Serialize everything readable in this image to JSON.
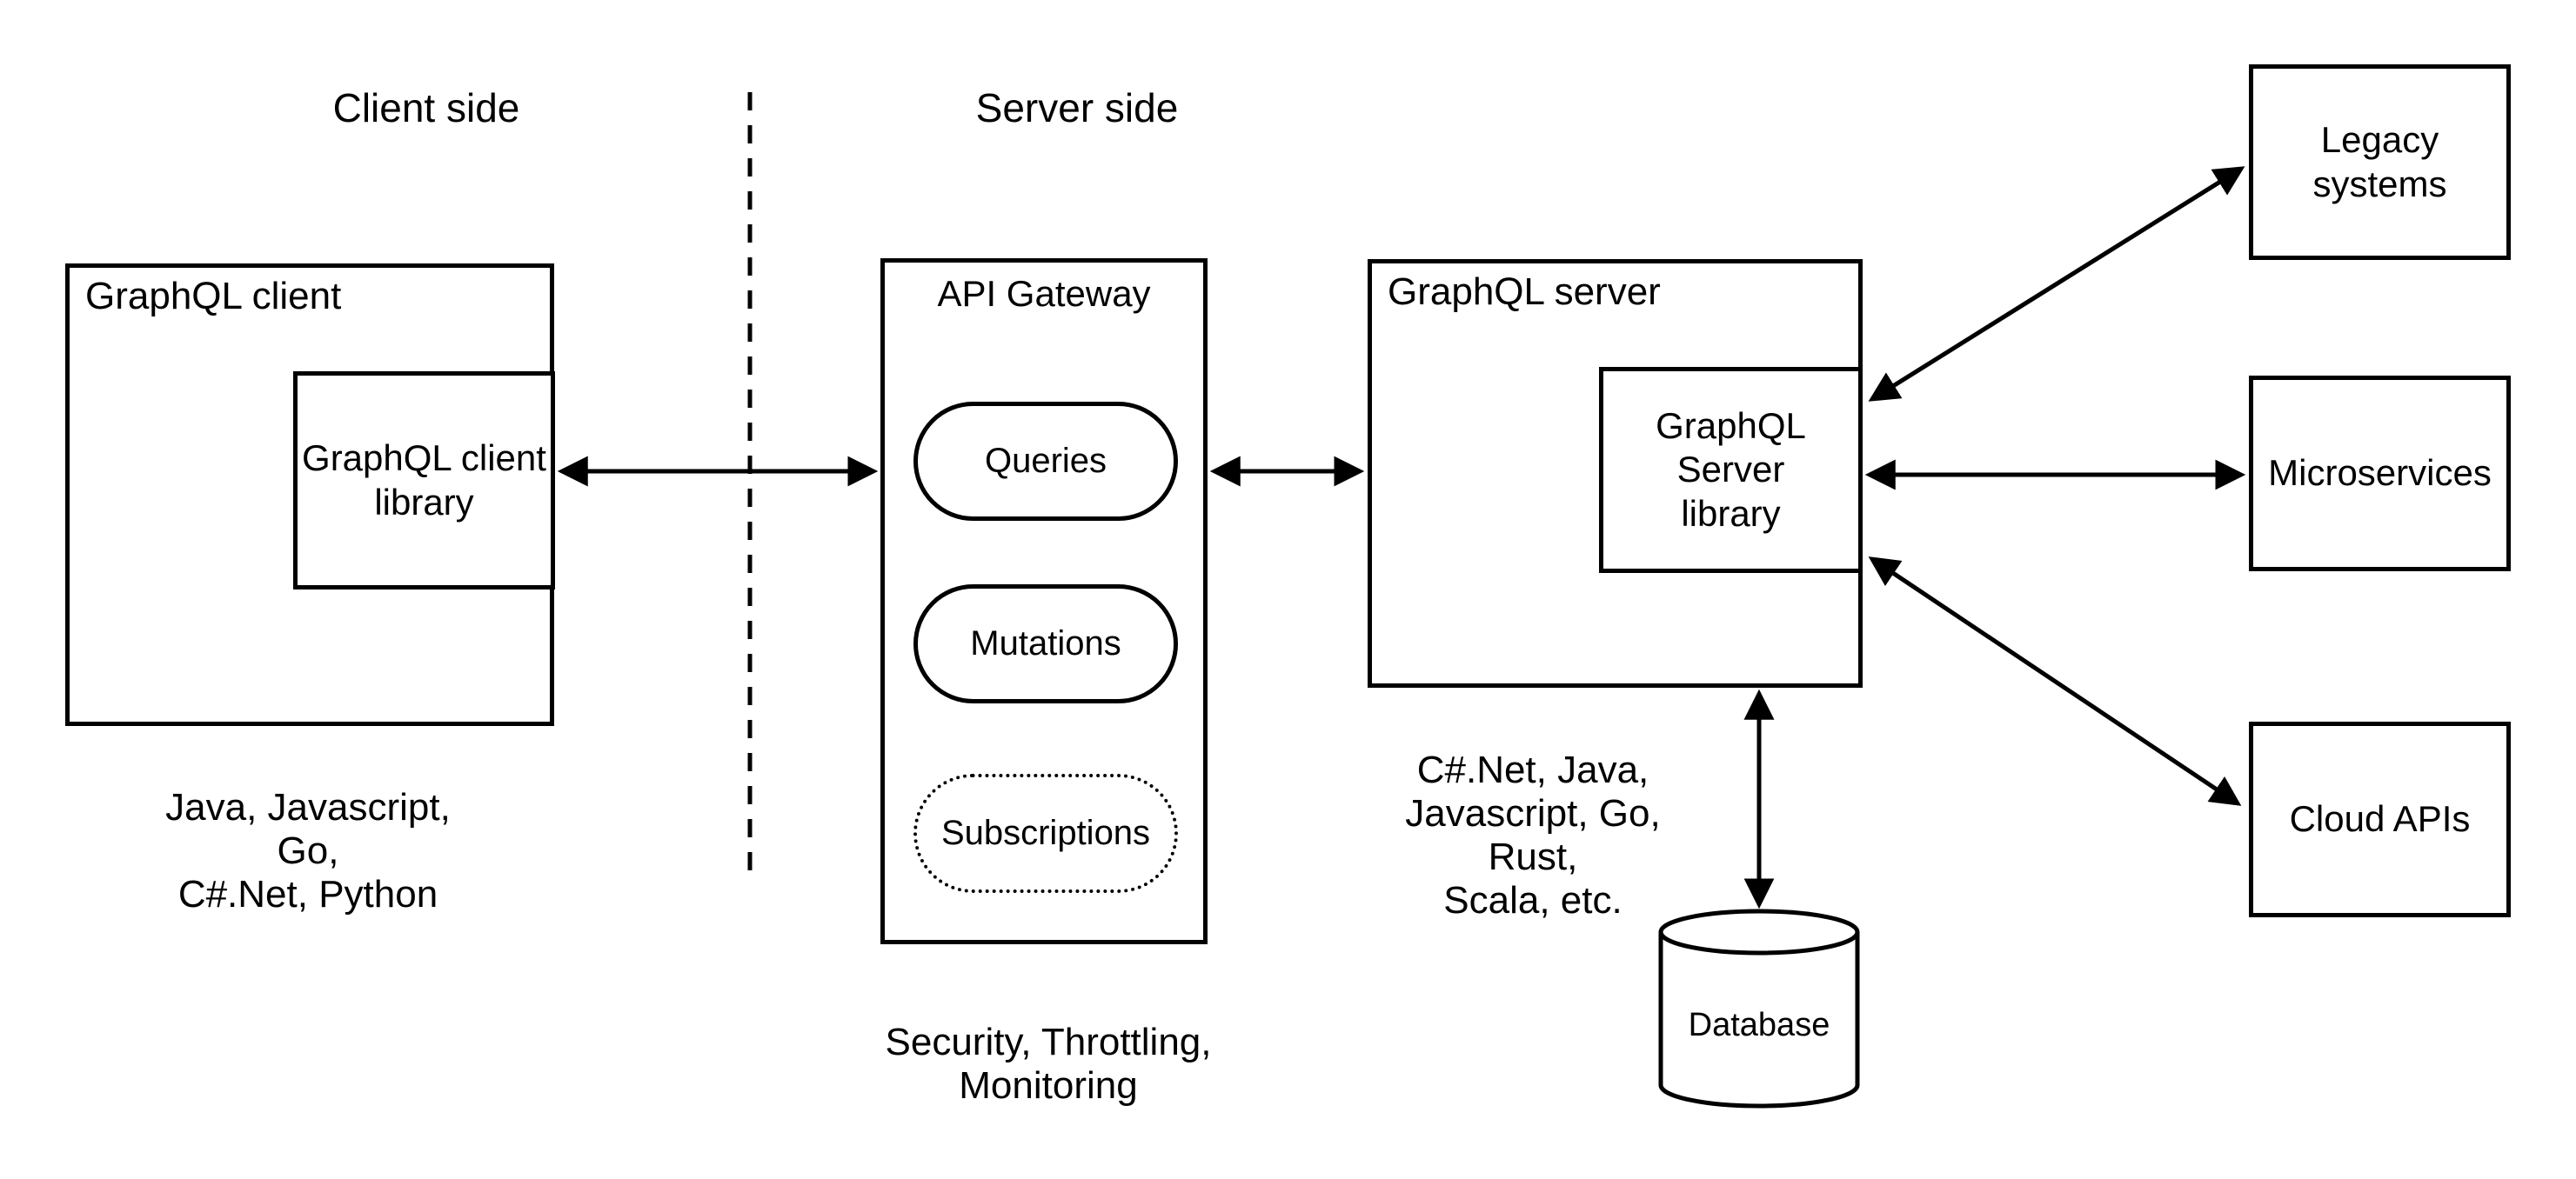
{
  "sections": {
    "client_side_label": "Client side",
    "server_side_label": "Server side"
  },
  "client": {
    "box_label": "GraphQL client",
    "library_label": "GraphQL client\nlibrary",
    "languages": "Java, Javascript, Go,\nC#.Net, Python"
  },
  "api_gateway": {
    "box_label": "API Gateway",
    "operations": [
      "Queries",
      "Mutations",
      "Subscriptions"
    ],
    "caption": "Security, Throttling,\nMonitoring"
  },
  "server": {
    "box_label": "GraphQL server",
    "library_label": "GraphQL Server\nlibrary",
    "languages": "C#.Net, Java,\nJavascript, Go, Rust,\nScala, etc."
  },
  "database": {
    "label": "Database"
  },
  "backends": [
    {
      "label": "Legacy systems"
    },
    {
      "label": "Microservices"
    },
    {
      "label": "Cloud APIs"
    }
  ],
  "colors": {
    "stroke": "#000000",
    "background": "#ffffff",
    "text": "#000000"
  }
}
